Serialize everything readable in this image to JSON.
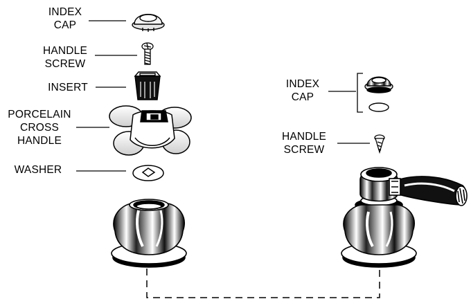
{
  "colors": {
    "ink": "#000000",
    "paper": "#ffffff",
    "shade": "#d9d9d9"
  },
  "left_handle": {
    "index_cap": [
      "INDEX",
      "CAP"
    ],
    "handle_screw": [
      "HANDLE",
      "SCREW"
    ],
    "insert": [
      "INSERT"
    ],
    "cross_handle": [
      "PORCELAIN",
      "CROSS",
      "HANDLE"
    ],
    "washer": [
      "WASHER"
    ]
  },
  "right_handle": {
    "index_cap": [
      "INDEX",
      "CAP"
    ],
    "handle_screw": [
      "HANDLE",
      "SCREW"
    ]
  }
}
